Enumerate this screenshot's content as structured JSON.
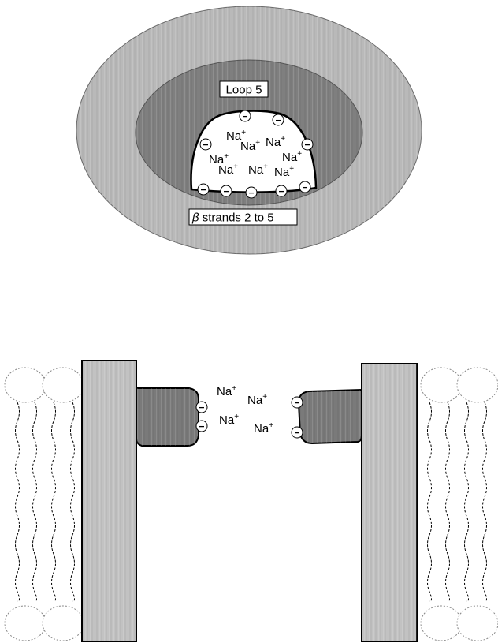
{
  "top_diagram": {
    "loop_label": "Loop 5",
    "beta_symbol": "β",
    "strand_text": " strands 2 to 5",
    "sodium_ions": [
      {
        "base": "Na",
        "charge": "+"
      },
      {
        "base": "Na",
        "charge": "+"
      },
      {
        "base": "Na",
        "charge": "+"
      },
      {
        "base": "Na",
        "charge": "+"
      },
      {
        "base": "Na",
        "charge": "+"
      },
      {
        "base": "Na",
        "charge": "+"
      },
      {
        "base": "Na",
        "charge": "+"
      },
      {
        "base": "Na",
        "charge": "+"
      }
    ],
    "charge_symbol": "−"
  },
  "bottom_diagram": {
    "sodium_ions": [
      {
        "base": "Na",
        "charge": "+"
      },
      {
        "base": "Na",
        "charge": "+"
      },
      {
        "base": "Na",
        "charge": "+"
      },
      {
        "base": "Na",
        "charge": "+"
      }
    ],
    "charge_symbol": "−"
  },
  "colors": {
    "outer_ring": "#b9b9b9",
    "inner_ring": "#7f7f7f",
    "loop_domain": "#7a7a7a",
    "wall": "#c2c2c2"
  }
}
